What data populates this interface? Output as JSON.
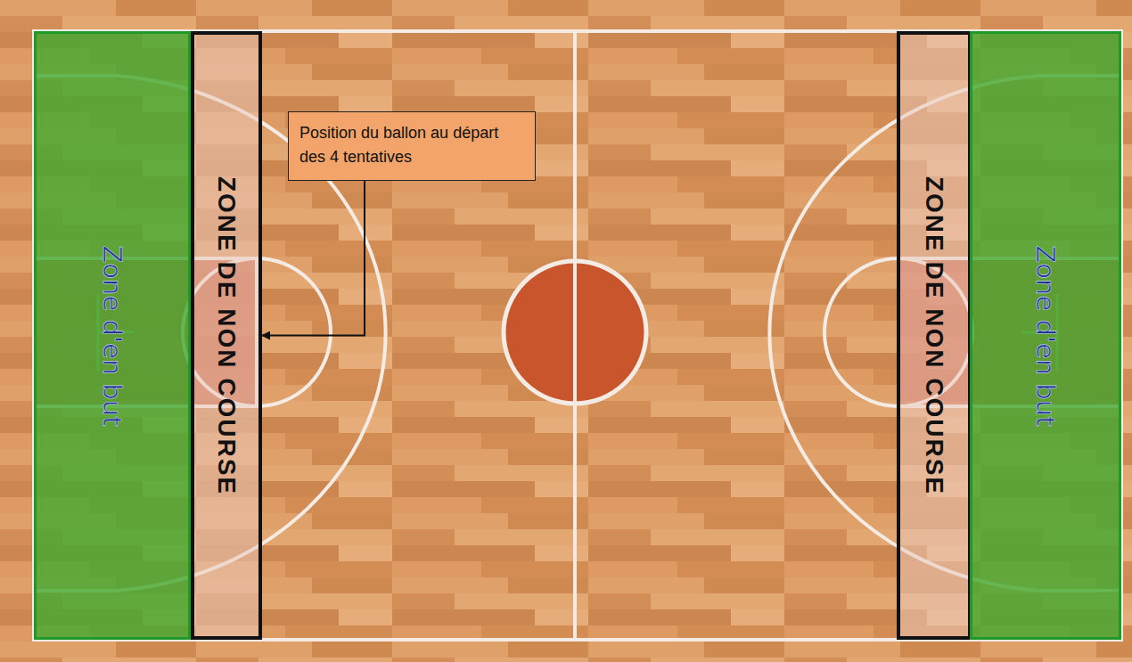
{
  "diagram": {
    "nodes": [
      {
        "text": [
          "Zone d'en but"
        ]
      },
      {
        "text": [
          "ZONE DE NON COURSE"
        ]
      },
      {
        "text": [
          "Position du ballon au départ des 4 tentatives"
        ]
      },
      {
        "text": [
          "ZONE DE NON COURSE"
        ]
      },
      {
        "text": [
          "Zone d'en but"
        ]
      }
    ],
    "edges": [
      {
        "from": 2,
        "to": 1,
        "arrow": "to"
      }
    ]
  }
}
